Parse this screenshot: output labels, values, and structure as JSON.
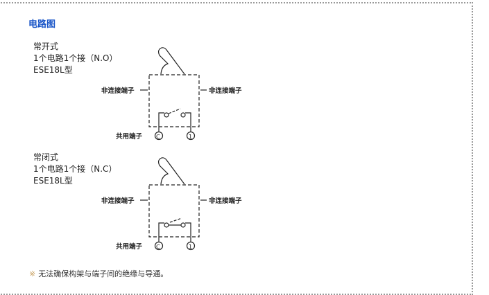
{
  "title": "电路图",
  "diagrams": [
    {
      "type_label": "常开式",
      "circuit_label": "1个电路1个接（N.O）",
      "model_label": "ESE18L型",
      "left_terminal": "非连接端子",
      "right_terminal": "非连接端子",
      "common_terminal": "共用端子",
      "terminal_c": "C",
      "terminal_1": "1",
      "contact": "normally-open"
    },
    {
      "type_label": "常闭式",
      "circuit_label": "1个电路1个接（N.C）",
      "model_label": "ESE18L型",
      "left_terminal": "非连接端子",
      "right_terminal": "非连接端子",
      "common_terminal": "共用端子",
      "terminal_c": "C",
      "terminal_1": "1",
      "contact": "normally-closed"
    }
  ],
  "note": {
    "mark": "※",
    "text": "无法确保构架与端子间的绝缘与导通。"
  }
}
